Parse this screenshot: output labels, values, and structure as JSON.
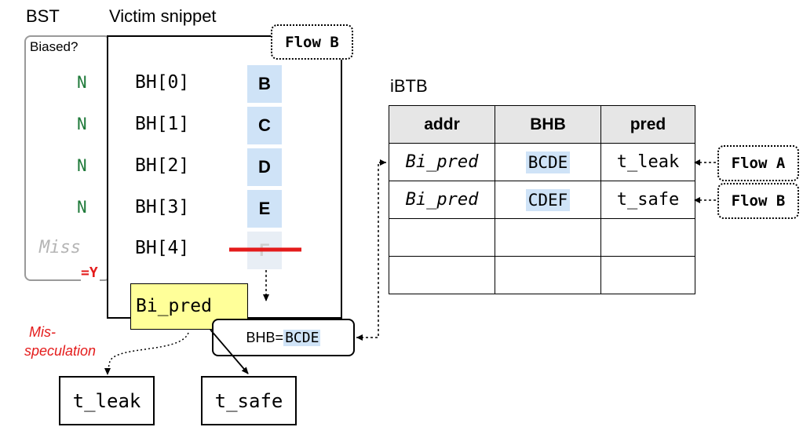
{
  "headings": {
    "bst": "BST",
    "victim": "Victim snippet",
    "ibtb": "iBTB"
  },
  "bst": {
    "question": "Biased?",
    "entries": [
      "N",
      "N",
      "N",
      "N",
      "Miss"
    ],
    "result": "=Y"
  },
  "victim": {
    "rows": [
      {
        "bh": "BH[0]",
        "target": "B"
      },
      {
        "bh": "BH[1]",
        "target": "C"
      },
      {
        "bh": "BH[2]",
        "target": "D"
      },
      {
        "bh": "BH[3]",
        "target": "E"
      },
      {
        "bh": "BH[4]",
        "target": "F"
      }
    ],
    "flow_tag": "Flow B",
    "branch": "Bi_pred",
    "bhb_prefix": "BHB=",
    "bhb_value": "BCDE"
  },
  "misspeculation": [
    "Mis-",
    "speculation"
  ],
  "targets": {
    "leak": "t_leak",
    "safe": "t_safe"
  },
  "ibtb": {
    "headers": [
      "addr",
      "BHB",
      "pred"
    ],
    "rows": [
      {
        "addr": "Bi_pred",
        "bhb": "BCDE",
        "pred": "t_leak",
        "flow": "Flow A"
      },
      {
        "addr": "Bi_pred",
        "bhb": "CDEF",
        "pred": "t_safe",
        "flow": "Flow B"
      },
      {
        "addr": "",
        "bhb": "",
        "pred": "",
        "flow": ""
      },
      {
        "addr": "",
        "bhb": "",
        "pred": "",
        "flow": ""
      }
    ]
  },
  "colors": {
    "highlight": "#cfe3f7",
    "branch_box": "#ffff99",
    "red": "#e41b1b",
    "green": "#1f7a3a"
  }
}
